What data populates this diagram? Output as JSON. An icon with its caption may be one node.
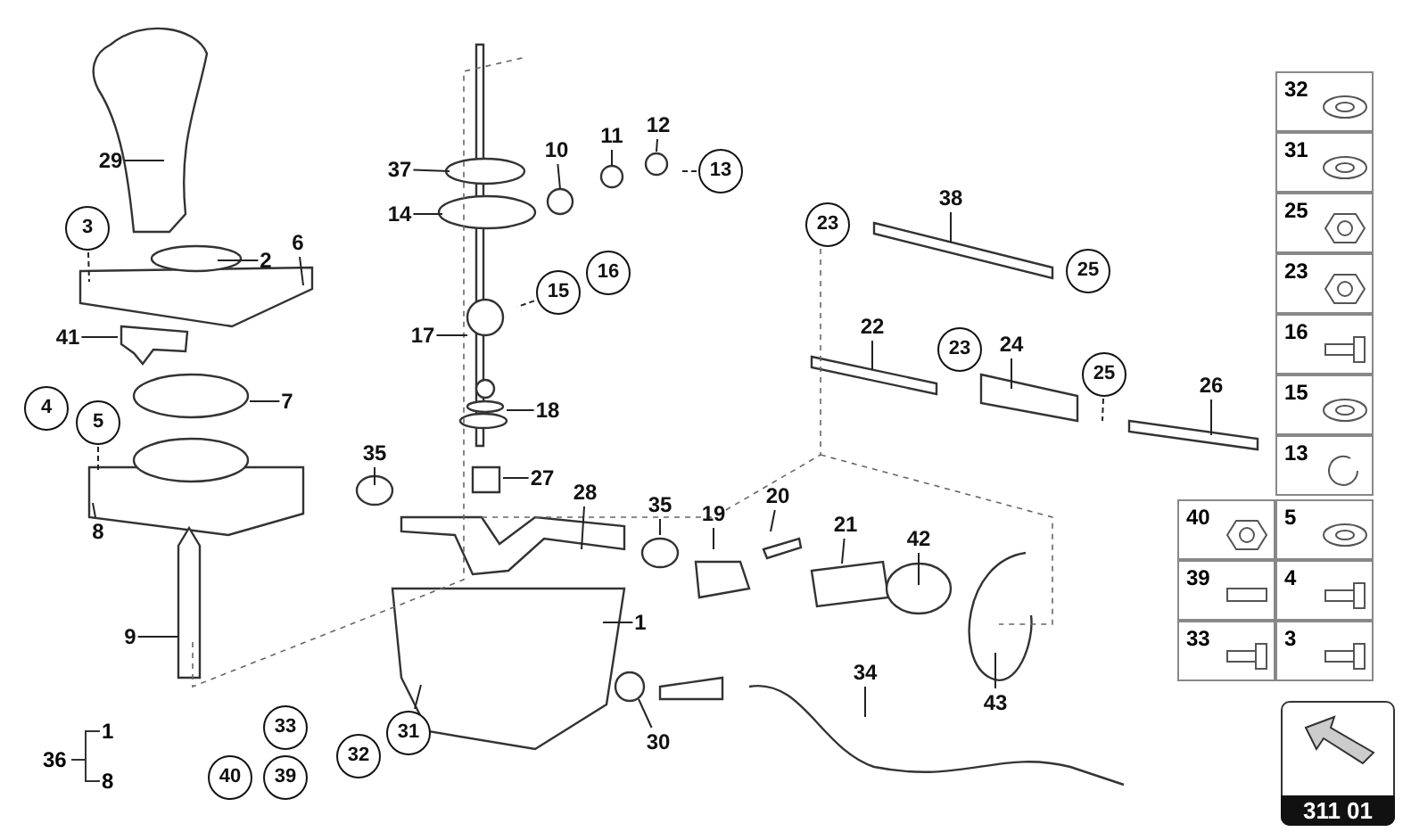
{
  "diagram": {
    "nodes": [
      {
        "text": [
          "29"
        ]
      },
      {
        "text": [
          "3"
        ]
      },
      {
        "text": [
          "2"
        ]
      },
      {
        "text": [
          "6"
        ]
      },
      {
        "text": [
          "41"
        ]
      },
      {
        "text": [
          "7"
        ]
      },
      {
        "text": [
          "4"
        ]
      },
      {
        "text": [
          "5"
        ]
      },
      {
        "text": [
          "8"
        ]
      },
      {
        "text": [
          "9"
        ]
      },
      {
        "text": [
          "37"
        ]
      },
      {
        "text": [
          "14"
        ]
      },
      {
        "text": [
          "10"
        ]
      },
      {
        "text": [
          "11"
        ]
      },
      {
        "text": [
          "12"
        ]
      },
      {
        "text": [
          "13"
        ]
      },
      {
        "text": [
          "15"
        ]
      },
      {
        "text": [
          "16"
        ]
      },
      {
        "text": [
          "17"
        ]
      },
      {
        "text": [
          "18"
        ]
      },
      {
        "text": [
          "27"
        ]
      },
      {
        "text": [
          "35"
        ]
      },
      {
        "text": [
          "28"
        ]
      },
      {
        "text": [
          "35"
        ]
      },
      {
        "text": [
          "19"
        ]
      },
      {
        "text": [
          "20"
        ]
      },
      {
        "text": [
          "21"
        ]
      },
      {
        "text": [
          "1"
        ]
      },
      {
        "text": [
          "30"
        ]
      },
      {
        "text": [
          "42"
        ]
      },
      {
        "text": [
          "43"
        ]
      },
      {
        "text": [
          "34"
        ]
      },
      {
        "text": [
          "38"
        ]
      },
      {
        "text": [
          "23"
        ]
      },
      {
        "text": [
          "25"
        ]
      },
      {
        "text": [
          "22"
        ]
      },
      {
        "text": [
          "23"
        ]
      },
      {
        "text": [
          "24"
        ]
      },
      {
        "text": [
          "25"
        ]
      },
      {
        "text": [
          "26"
        ]
      },
      {
        "text": [
          "33"
        ]
      },
      {
        "text": [
          "40"
        ]
      },
      {
        "text": [
          "39"
        ]
      },
      {
        "text": [
          "32"
        ]
      },
      {
        "text": [
          "31"
        ]
      }
    ],
    "edges": [
      {
        "from": 0,
        "to": null,
        "arrow": "none"
      },
      {
        "from": 1,
        "to": null,
        "arrow": "none",
        "style": "dashed"
      },
      {
        "from": 2,
        "to": null,
        "arrow": "none"
      },
      {
        "from": 3,
        "to": null,
        "arrow": "none"
      },
      {
        "from": 4,
        "to": null,
        "arrow": "none"
      },
      {
        "from": 5,
        "to": null,
        "arrow": "none"
      },
      {
        "from": 7,
        "to": null,
        "arrow": "none",
        "style": "dashed"
      },
      {
        "from": 8,
        "to": null,
        "arrow": "none"
      },
      {
        "from": 9,
        "to": null,
        "arrow": "none"
      },
      {
        "from": 10,
        "to": null,
        "arrow": "none"
      },
      {
        "from": 11,
        "to": null,
        "arrow": "none"
      },
      {
        "from": 12,
        "to": null,
        "arrow": "none"
      },
      {
        "from": 13,
        "to": null,
        "arrow": "none"
      },
      {
        "from": 14,
        "to": null,
        "arrow": "none"
      },
      {
        "from": 15,
        "to": null,
        "arrow": "none",
        "style": "dashed"
      },
      {
        "from": 16,
        "to": null,
        "arrow": "none",
        "style": "dashed"
      },
      {
        "from": 18,
        "to": null,
        "arrow": "none"
      },
      {
        "from": 19,
        "to": null,
        "arrow": "none"
      },
      {
        "from": 20,
        "to": null,
        "arrow": "none"
      },
      {
        "from": 21,
        "to": null,
        "arrow": "none"
      },
      {
        "from": 22,
        "to": null,
        "arrow": "none"
      },
      {
        "from": 23,
        "to": null,
        "arrow": "none"
      },
      {
        "from": 24,
        "to": null,
        "arrow": "none"
      },
      {
        "from": 25,
        "to": null,
        "arrow": "none"
      },
      {
        "from": 26,
        "to": null,
        "arrow": "none"
      },
      {
        "from": 27,
        "to": null,
        "arrow": "none"
      },
      {
        "from": 28,
        "to": null,
        "arrow": "none"
      },
      {
        "from": 29,
        "to": null,
        "arrow": "none"
      },
      {
        "from": 30,
        "to": null,
        "arrow": "none"
      },
      {
        "from": 31,
        "to": null,
        "arrow": "none"
      },
      {
        "from": 32,
        "to": null,
        "arrow": "none"
      },
      {
        "from": 35,
        "to": null,
        "arrow": "none"
      },
      {
        "from": 37,
        "to": null,
        "arrow": "none"
      },
      {
        "from": 38,
        "to": null,
        "arrow": "none",
        "style": "dashed"
      },
      {
        "from": 39,
        "to": null,
        "arrow": "none"
      },
      {
        "from": 44,
        "to": null,
        "arrow": "none"
      }
    ],
    "labels": [
      "36",
      "1",
      "8",
      "32",
      "31",
      "25",
      "23",
      "16",
      "15",
      "13",
      "40",
      "5",
      "39",
      "4",
      "33",
      "3",
      "311 01"
    ]
  }
}
